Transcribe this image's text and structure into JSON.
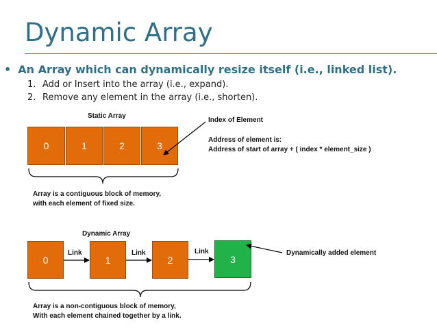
{
  "title": "Dynamic Array",
  "bullet": "An Array which can dynamically resize itself (i.e., linked list).",
  "subpoints": [
    {
      "num": "1.",
      "text": "Add or Insert into the array (i.e., expand)."
    },
    {
      "num": "2.",
      "text": "Remove any element in the array (i.e., shorten)."
    }
  ],
  "static_array": {
    "label": "Static Array",
    "cells": [
      "0",
      "1",
      "2",
      "3"
    ],
    "index_label": "Index of Element",
    "address_line1": "Address of element is:",
    "address_line2": "Address of start of array + ( index * element_size )",
    "desc_line1": "Array is a contiguous block of memory,",
    "desc_line2": "with each element of fixed size."
  },
  "dynamic_array": {
    "label": "Dynamic Array",
    "cells": [
      "0",
      "1",
      "2",
      "3"
    ],
    "link_labels": [
      "Link",
      "Link",
      "Link"
    ],
    "added_label": "Dynamically added element",
    "desc_line1": "Array is a non-contiguous block of memory,",
    "desc_line2": "With each element chained together by a link."
  },
  "colors": {
    "title": "#2f6f88",
    "cell": "#e36c0a",
    "added_cell": "#21b24a"
  }
}
